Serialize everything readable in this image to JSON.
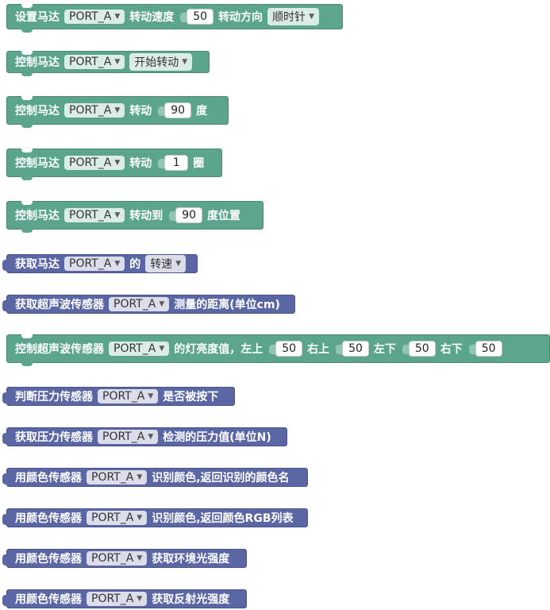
{
  "blocks": [
    {
      "segments": [
        {
          "t": "text",
          "v": "设置马达"
        },
        {
          "t": "dd",
          "v": "PORT_A"
        },
        {
          "t": "text",
          "v": "转动速度"
        },
        {
          "t": "num",
          "v": "50"
        },
        {
          "t": "text",
          "v": "转动方向"
        },
        {
          "t": "dd",
          "v": "顺时针"
        }
      ]
    },
    {
      "segments": [
        {
          "t": "text",
          "v": "控制马达"
        },
        {
          "t": "dd",
          "v": "PORT_A"
        },
        {
          "t": "dd",
          "v": "开始转动"
        }
      ]
    },
    {
      "segments": [
        {
          "t": "text",
          "v": "控制马达"
        },
        {
          "t": "dd",
          "v": "PORT_A"
        },
        {
          "t": "text",
          "v": "转动"
        },
        {
          "t": "num",
          "v": "90"
        },
        {
          "t": "text",
          "v": "度"
        }
      ]
    },
    {
      "segments": [
        {
          "t": "text",
          "v": "控制马达"
        },
        {
          "t": "dd",
          "v": "PORT_A"
        },
        {
          "t": "text",
          "v": "转动"
        },
        {
          "t": "num",
          "v": "1"
        },
        {
          "t": "text",
          "v": "圈"
        }
      ]
    },
    {
      "segments": [
        {
          "t": "text",
          "v": "控制马达"
        },
        {
          "t": "dd",
          "v": "PORT_A"
        },
        {
          "t": "text",
          "v": "转动到"
        },
        {
          "t": "num",
          "v": "90"
        },
        {
          "t": "text",
          "v": "度位置"
        }
      ]
    },
    {
      "segments": [
        {
          "t": "text",
          "v": "获取马达"
        },
        {
          "t": "dd",
          "v": "PORT_A"
        },
        {
          "t": "text",
          "v": "的"
        },
        {
          "t": "dd",
          "v": "转速"
        }
      ]
    },
    {
      "segments": [
        {
          "t": "text",
          "v": "获取超声波传感器"
        },
        {
          "t": "dd",
          "v": "PORT_A"
        },
        {
          "t": "text",
          "v": "测量的距离(单位cm)"
        }
      ]
    },
    {
      "segments": [
        {
          "t": "text",
          "v": "控制超声波传感器"
        },
        {
          "t": "dd",
          "v": "PORT_A"
        },
        {
          "t": "text",
          "v": "的灯亮度值，左上"
        },
        {
          "t": "num",
          "v": "50"
        },
        {
          "t": "text",
          "v": "右上"
        },
        {
          "t": "num",
          "v": "50"
        },
        {
          "t": "text",
          "v": "左下"
        },
        {
          "t": "num",
          "v": "50"
        },
        {
          "t": "text",
          "v": "右下"
        },
        {
          "t": "num",
          "v": "50"
        }
      ]
    },
    {
      "segments": [
        {
          "t": "text",
          "v": "判断压力传感器"
        },
        {
          "t": "dd",
          "v": "PORT_A"
        },
        {
          "t": "text",
          "v": "是否被按下"
        }
      ]
    },
    {
      "segments": [
        {
          "t": "text",
          "v": "获取压力传感器"
        },
        {
          "t": "dd",
          "v": "PORT_A"
        },
        {
          "t": "text",
          "v": "检测的压力值(单位N)"
        }
      ]
    },
    {
      "segments": [
        {
          "t": "text",
          "v": "用颜色传感器"
        },
        {
          "t": "dd",
          "v": "PORT_A"
        },
        {
          "t": "text",
          "v": "识别颜色,返回识别的颜色名"
        }
      ]
    },
    {
      "segments": [
        {
          "t": "text",
          "v": "用颜色传感器"
        },
        {
          "t": "dd",
          "v": "PORT_A"
        },
        {
          "t": "text",
          "v": "识别颜色,返回颜色RGB列表"
        }
      ]
    },
    {
      "segments": [
        {
          "t": "text",
          "v": "用颜色传感器"
        },
        {
          "t": "dd",
          "v": "PORT_A"
        },
        {
          "t": "text",
          "v": "获取环境光强度"
        }
      ]
    },
    {
      "segments": [
        {
          "t": "text",
          "v": "用颜色传感器"
        },
        {
          "t": "dd",
          "v": "PORT_A"
        },
        {
          "t": "text",
          "v": "获取反射光强度"
        }
      ]
    }
  ]
}
